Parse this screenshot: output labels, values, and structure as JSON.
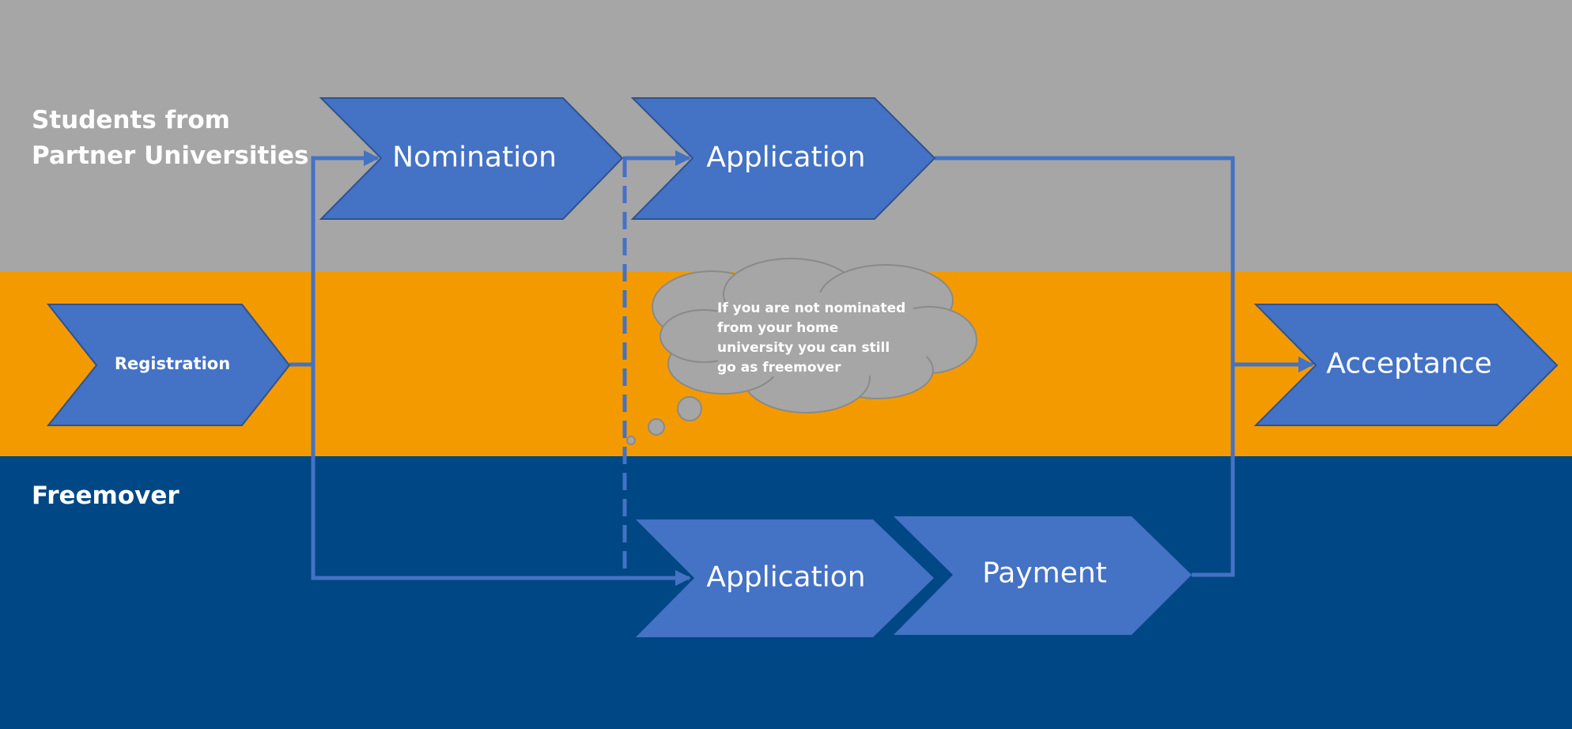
{
  "lanes": {
    "partner": {
      "label_line1": "Students from",
      "label_line2": "Partner Universities"
    },
    "freemover": {
      "label": "Freemover"
    }
  },
  "steps": {
    "registration": "Registration",
    "nomination": "Nomination",
    "application_partner": "Application",
    "acceptance": "Acceptance",
    "application_freemover": "Application",
    "payment": "Payment"
  },
  "thought_bubble": {
    "text": "If you are not nominated from your home university you can still go as freemover"
  },
  "colors": {
    "lane_partner": "#a6a6a6",
    "lane_middle": "#f39a00",
    "lane_freemover": "#004785",
    "chevron_fill": "#4472c4",
    "chevron_stroke": "#2f528f",
    "connector": "#4472c4",
    "bubble_fill": "#a6a6a6",
    "bubble_stroke": "#8a8a8a"
  }
}
